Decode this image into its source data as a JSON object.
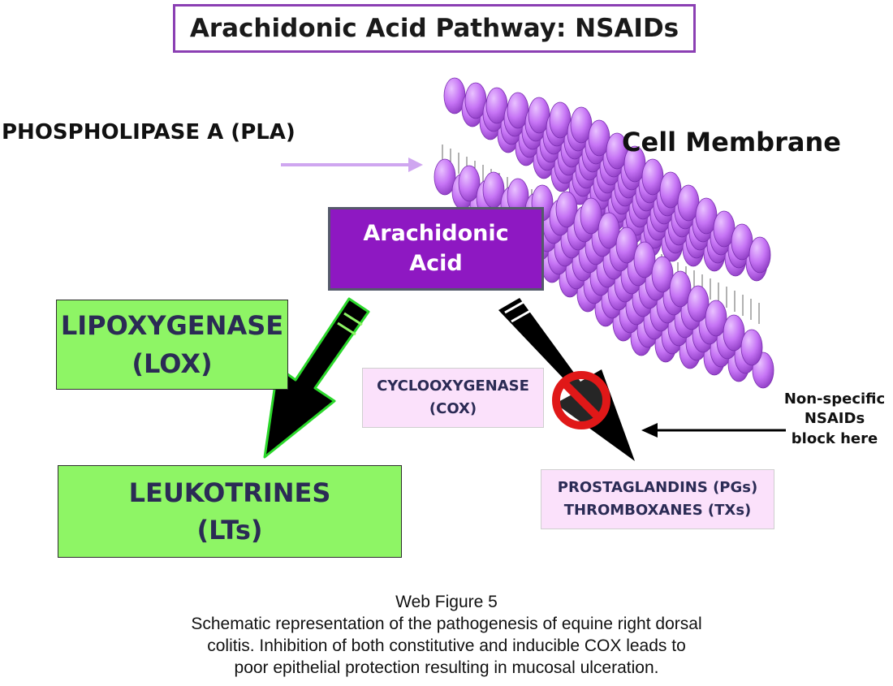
{
  "title": "Arachidonic Acid Pathway: NSAIDs",
  "enzyme_pla": "PHOSPHOLIPASE A (PLA)",
  "membrane_label": "Cell Membrane",
  "arachidonic_acid": {
    "line1": "Arachidonic",
    "line2": "Acid"
  },
  "lox": {
    "line1": "LIPOXYGENASE",
    "line2": "(LOX)"
  },
  "leukotrienes": {
    "line1": "LEUKOTRINES",
    "line2": "(LTs)"
  },
  "cox": {
    "line1": "CYCLOOXYGENASE",
    "line2": "(COX)"
  },
  "products": {
    "line1": "PROSTAGLANDINS (PGs)",
    "line2": "THROMBOXANES (TXs)"
  },
  "nsaid_note": {
    "line1": "Non-specific",
    "line2": "NSAIDs",
    "line3": "block here"
  },
  "caption": {
    "heading": "Web Figure 5",
    "line1": "Schematic representation of the pathogenesis of equine right dorsal",
    "line2": "colitis. Inhibition of both constitutive and inducible COX leads to",
    "line3": "poor epithelial protection resulting in mucosal ulceration."
  },
  "colors": {
    "title_border": "#8b3fb3",
    "arachidonic_box": "#8e18c2",
    "green_box": "#8ef565",
    "pink_box": "#fbe1fb",
    "membrane_bead": "#c674f5",
    "pla_arrow": "#cfa6f0",
    "block_sign": "#e01818"
  },
  "icons": [
    "pla-arrow-icon",
    "no-entry-icon",
    "cox-pathway-arrow-icon",
    "lox-pathway-arrow-icon",
    "nsaid-pointer-arrow-icon"
  ]
}
